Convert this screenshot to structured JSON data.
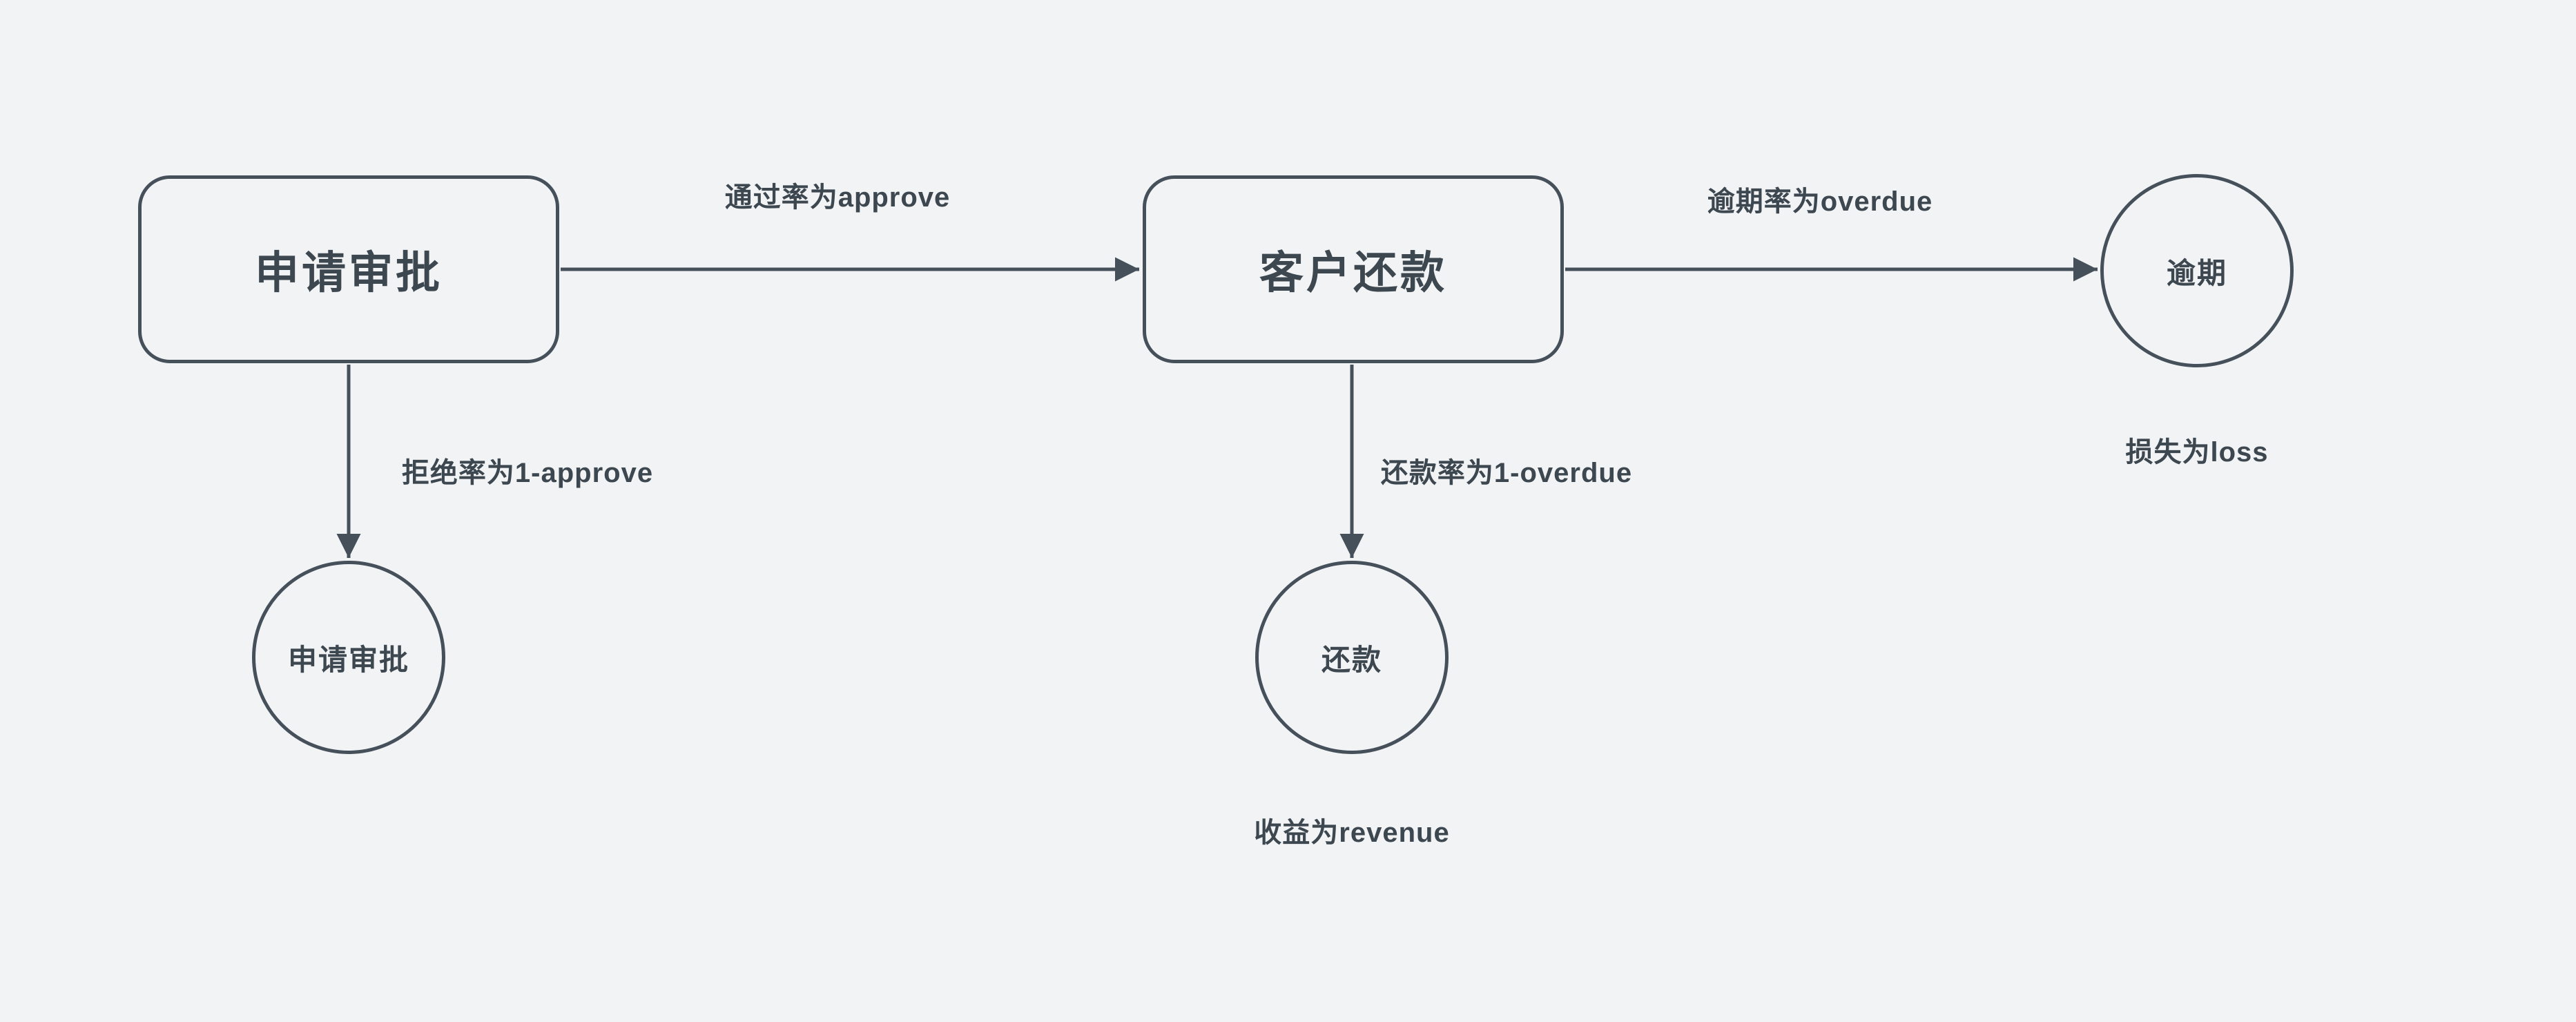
{
  "canvas": {
    "background": "#f2f3f5"
  },
  "colors": {
    "stroke": "#45505a",
    "text": "#3d4750"
  },
  "nodes": {
    "approval": {
      "shape": "rounded-rect",
      "label": "申请审批"
    },
    "customer_repayment": {
      "shape": "rounded-rect",
      "label": "客户还款"
    },
    "overdue": {
      "shape": "circle",
      "label": "逾期"
    },
    "rejected": {
      "shape": "circle",
      "label": "申请审批"
    },
    "repaid": {
      "shape": "circle",
      "label": "还款"
    }
  },
  "edges": {
    "approval_to_repayment": {
      "label": "通过率为approve",
      "direction": "right"
    },
    "repayment_to_overdue": {
      "label": "逾期率为overdue",
      "direction": "right"
    },
    "approval_to_rejected": {
      "label": "拒绝率为1-approve",
      "direction": "down"
    },
    "repayment_to_repaid": {
      "label": "还款率为1-overdue",
      "direction": "down"
    }
  },
  "annotations": {
    "overdue_loss": "损失为loss",
    "repaid_revenue": "收益为revenue"
  }
}
